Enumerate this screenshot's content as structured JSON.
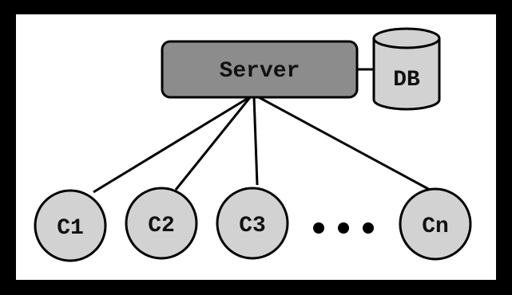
{
  "diagram": {
    "server": {
      "label": "Server"
    },
    "database": {
      "label": "DB"
    },
    "clients": [
      {
        "label": "C1"
      },
      {
        "label": "C2"
      },
      {
        "label": "C3"
      },
      {
        "label": "Cn"
      }
    ],
    "colors": {
      "frame": "#000000",
      "background": "#ffffff",
      "server_fill": "#8c8c8c",
      "node_fill": "#d2d2d2",
      "stroke": "#000000",
      "ellipsis": "#000000"
    }
  }
}
